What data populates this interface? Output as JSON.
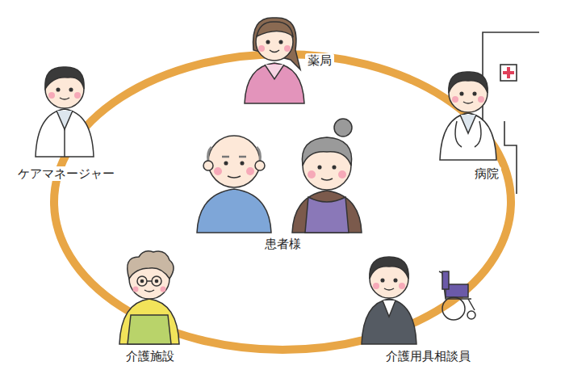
{
  "diagram": {
    "labels": [
      "薬局",
      "病院",
      "介護用具相談員",
      "介護施設",
      "ケアマネージャー",
      "患者様"
    ]
  }
}
